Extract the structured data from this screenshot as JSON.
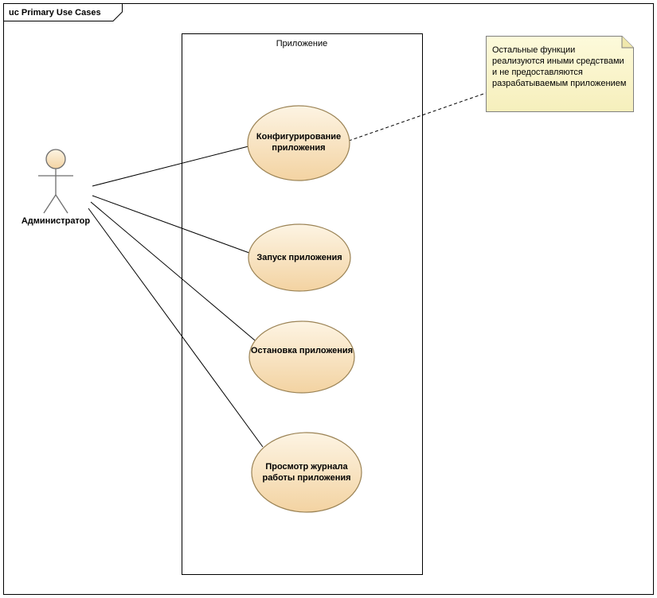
{
  "diagram": {
    "frame_title": "uc Primary Use Cases",
    "system_boundary": {
      "label": "Приложение"
    },
    "actor": {
      "label": "Администратор"
    },
    "use_cases": [
      {
        "label": "Конфигурирование приложения"
      },
      {
        "label": "Запуск приложения"
      },
      {
        "label": "Остановка приложения"
      },
      {
        "label": "Просмотр журнала работы приложения"
      }
    ],
    "note": {
      "text": "Остальные функции реализуются иными средствами и не предоставляются разрабатываемым приложением"
    },
    "colors": {
      "ellipse_fill_top": "#FDF4E3",
      "ellipse_fill_bottom": "#F3D3A2",
      "ellipse_border": "#7f7045",
      "note_fill": "#FBF5CD",
      "note_border": "#808080",
      "frame_border": "#000000",
      "connector": "#000000"
    }
  }
}
